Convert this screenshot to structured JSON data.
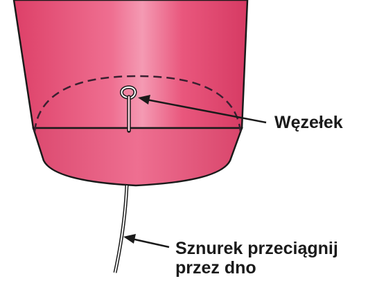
{
  "labels": {
    "knot": "Węzełek",
    "string_line1": "Sznurek przeciągnij",
    "string_line2": "przez dno"
  },
  "colors": {
    "cup_light": "#f6a0b8",
    "cup_mid": "#e95a7e",
    "cup_dark": "#d93c66",
    "outline": "#1a1a1a",
    "string": "#ffffff"
  }
}
